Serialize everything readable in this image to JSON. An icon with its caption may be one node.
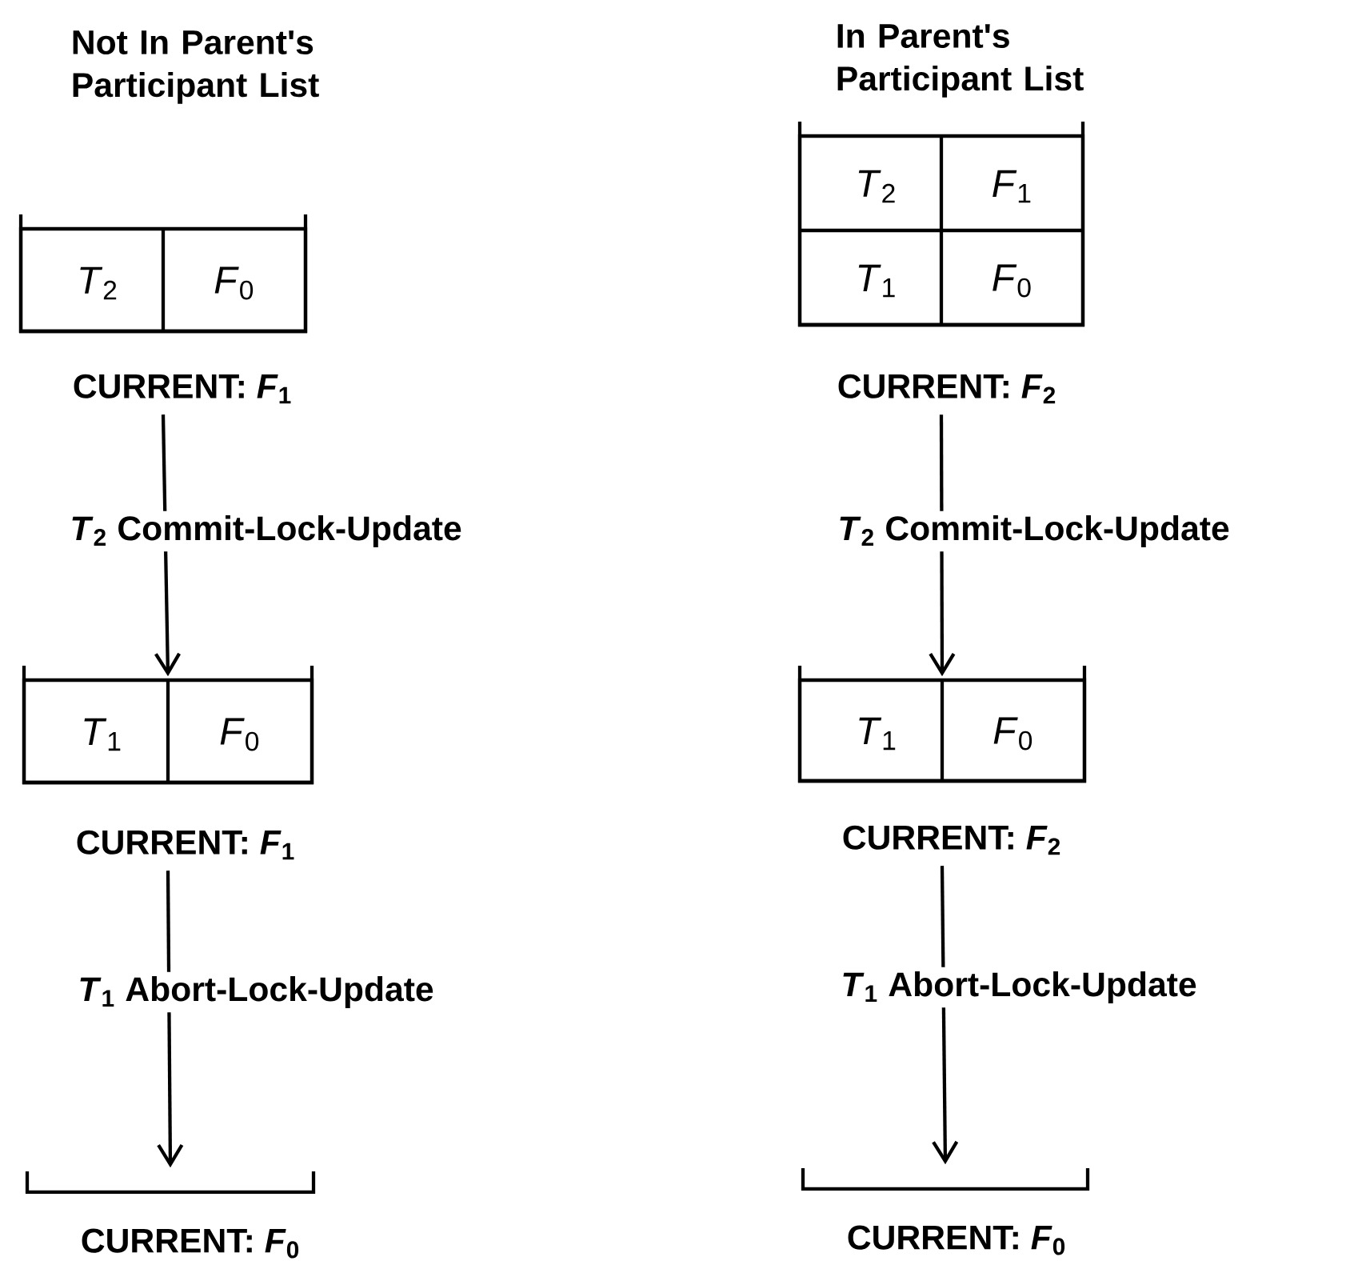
{
  "diagram": {
    "nodes": [
      {
        "text": [
          "*T*$_{2}$",
          "*F*$_{0}$"
        ],
        "beside": [
          "CURRENT: *F*$_{1}$"
        ]
      },
      {
        "text": [
          "*T*$_{1}$",
          "*F*$_{0}$"
        ],
        "beside": [
          "CURRENT: *F*$_{1}$"
        ]
      },
      {
        "text": [],
        "shape": "box",
        "beside": [
          "CURRENT: *F*$_{0}$"
        ]
      },
      {
        "text": [
          "*T*$_{2}$",
          "*F*$_{1}$",
          "*T*$_{1}$",
          "*F*$_{0}$"
        ],
        "beside": [
          "CURRENT: *F*$_{2}$"
        ]
      },
      {
        "text": [
          "*T*$_{1}$",
          "*F*$_{0}$"
        ],
        "beside": [
          "CURRENT: *F*$_{2}$"
        ]
      },
      {
        "text": [],
        "shape": "box",
        "beside": [
          "CURRENT: *F*$_{0}$"
        ]
      }
    ],
    "edges": [
      {
        "from": 0,
        "to": 1,
        "arrow": "to",
        "label": "*T*$_{2}$ Commit-Lock-Update"
      },
      {
        "from": 1,
        "to": 2,
        "arrow": "to",
        "label": "*T*$_{1}$ Abort-Lock-Update"
      },
      {
        "from": 3,
        "to": 4,
        "arrow": "to",
        "label": "*T*$_{2}$ Commit-Lock-Update"
      },
      {
        "from": 4,
        "to": 5,
        "arrow": "to",
        "label": "*T*$_{1}$ Abort-Lock-Update"
      }
    ],
    "labels": [
      "Not In Parent's Participant List",
      "In Parent's Participant List"
    ]
  }
}
